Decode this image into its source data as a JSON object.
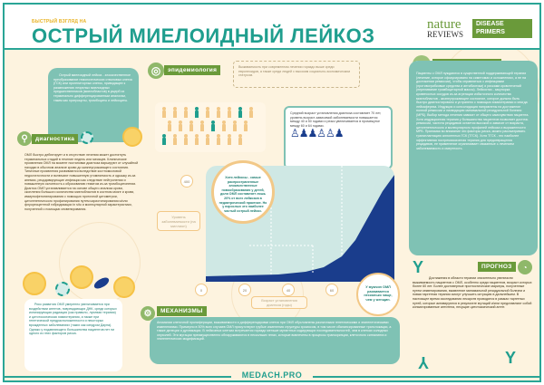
{
  "header": {
    "kicker": "БЫСТРЫЙ ВЗГЛЯД НА",
    "title": "ОСТРЫЙ МИЕЛОИДНЫЙ ЛЕЙКОЗ",
    "brand_nature": "nature",
    "brand_reviews": "REVIEWS",
    "brand_disease": "DISEASE",
    "brand_primers": "PRIMERS"
  },
  "intro": {
    "text": "Острый миелоидный лейкоз - злокачественное преобразование гемопоэтических стволовых клеток (ГСК) или прогениторных клеток, приводящее к размножению незрелых миелоидных предшественников (миелобластов) в ущерб их терминально дифференцированным аналогам, таким как эритроциты, тромбоциты и лейкоциты."
  },
  "diagnostics": {
    "tag": "диагностика",
    "text": "ОМЛ быстро дебютирует и в отсутствие лечения может достигнуть терминальных стадий в течение недель или месяцев. Клинические проявления ОМЛ на момент постановки диагноза варьируют от случайной находки в обычном анализе крови до жизнеугрожающего состояния. Типичные проявления развиваются вследствие костномозговой недостаточности и включают повышенную утомляемость и одышку из-за анемии, рецидивирующие инфекции как следствие нейтропении и повышенную склонность к образованию гематом из-за тромбоцитопении. Диагноз ОМЛ устанавливается на основе общего анализа крови, скопления большого количества миелобластов в костном мозге и крови, иммунофенотипирования с помощью проточной цитометрии, цитогенетического профилирования путем кариотипирования и/или флуоресцентной гибридизации in situ и молекулярной характеристики, полученной с помощью секвенирования."
  },
  "risk": {
    "text": "Риск развития ОМЛ умеренно увеличивается при воздействии агентов, повреждающих ДНК, среди которых ионизирующая радиация (как правило, лучевая терапия) и цитотоксическая химиотерапия, а также при генетической предрасположенности и некоторых врожденных заболеваниях (таких как синдром Дауна). Однако у подавляющего большинства пациентов нет ни одного из этих факторов риска."
  },
  "epidemiology": {
    "tag": "эпидемиология",
    "note": "Выживаемость при современном лечении гораздо выше среди европеоидов, а также среди людей с высоким социально-экономическим статусом.",
    "age_box": "Средний возраст установления диагноза составляет 70 лет, уровень возраст-зависимой заболеваемости повышается между 40 и 50 годами и резко увеличивается в промежутке между 60 и 64 годами.",
    "kids_note": "Хотя лейкозы - самые распространенные злокачественные новообразования у детей, доля ОМЛ составляет лишь 20% от всех лейкозов в педиатрической практике. Но у взрослых это наиболее частый острый лейкоз.",
    "men_note": "У мужчин ОМЛ развивается несколько чаще, чем у женщин."
  },
  "chart_data": {
    "type": "area",
    "title": "",
    "xlabel": "Возраст установления диагноза (годы)",
    "ylabel": "Уровень заболеваемости (на миллион)",
    "x_ticks": [
      "0",
      "20",
      "40",
      "60"
    ],
    "y_ticks": [
      "200",
      "400"
    ],
    "x": [
      0,
      10,
      20,
      30,
      40,
      45,
      50,
      55,
      60,
      65,
      70,
      75,
      80
    ],
    "values": [
      10,
      9,
      12,
      15,
      20,
      30,
      45,
      75,
      120,
      190,
      280,
      380,
      480
    ],
    "grid": false
  },
  "mechanisms": {
    "tag": "МЕХАНИЗМЫ",
    "text": "Аномалии клеточной пролиферации, выживаемости и дифференцировки клеток при ОМЛ обусловлены различными генетическими и эпигенетическими изменениями. Примерно в 50% всех случаев ОМЛ присутствуют грубые изменения структуры хромосом, в том числе сбалансированные транслокации, а также делеции и дупликации. В лейкозных клетках встречается гораздо меньше мутантных кодирующих последовательностей, чем в клетках солидных опухолей. Эти мутации преимущественно обнаруживаются в нескольких генах, которые вовлечены в процессы транскрипции, клеточного сигналинга и эпигенетических модификаций."
  },
  "tactics": {
    "tag": "ТАКТИКА ВЕДЕНИЯ",
    "icon": "Rx",
    "text": "Пациенты с ОМЛ нуждаются в существенной поддерживающей терапии (лечение, которое сфокусировано на симптомах и осложнениях, а не на достижении ремиссии), чтобы справляться с инфекциями (противогрибковые средства и антибиотики) и рисками кровотечений (переливание тромбоцитарной массы). Лейкостаз - закупорка кровеносных сосудов из-за агрегации избыточного количества миелобластов - жизнеугрожающее состояние, которое должно быть быстро диагностировано и устранено с помощью химиотерапии и иногда лейкафереза. Индукция и консолидация направлены на достижение полной ремиссии и ликвидацию минимальной резидуальной болезни (МРБ). Выбор метода лечения зависит от общего самочувствия пациента. Хотя индукционная терапия у большинства пациентов позволяет достичь ремиссии, частота рецидивов остается высокой и зависит от возраста, цитогенетического и молекулярного профилей лейкоза и выраженности МРБ. Принимая во внимание эти факторы риска, можно рассматривать трансплантацию аллогенных ГСК (ТГСК). Хотя ТГСК - это наиболее эффективная постремиссионная терапия для предотвращения рецидивов, ее применение ограничивает связанные с лечением заболеваемость и смертность."
  },
  "prognosis": {
    "tag": "ПРОГНОЗ",
    "text": "Достижения в области терапии значительно увеличили выживаемость пациентов с ОМЛ, особенно среди пациентов, возраст которых более 60 лет. Более достоверные прогностические маркеры, полученные путем секвенирования, выявление минимальной резидуальной болезни и новая таргетная терапия смогут улучшить ситуацию в дальнейшем. В настоящее время исследования лекарств проводятся в рамках таргетных путей, которые активируются в результате мутаций и/или представляют собой коньюгированные антитела, несущие цитотоксический агент."
  },
  "footer": {
    "site": "MEDACH.PRO"
  }
}
